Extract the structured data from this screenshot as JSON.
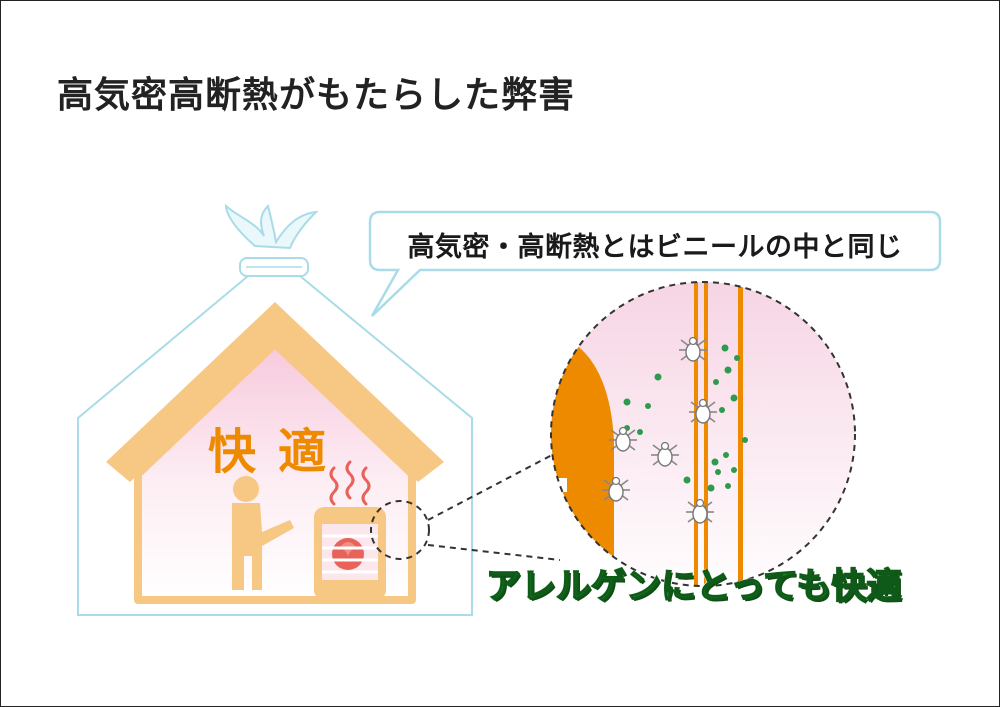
{
  "slide": {
    "title": "高気密高断熱がもたらした弊害"
  },
  "illustration": {
    "speech_bubble_text": "高気密・高断熱とはビニールの中と同じ",
    "room_label": "快適",
    "magnified_caption": "アレルゲンにとっても快適"
  },
  "colors": {
    "bag_outline": "#a9dce8",
    "house_frame": "#f7c884",
    "room_fill": "#fbe3ee",
    "accent_orange": "#ee8a00",
    "heater_flame": "#e8625a",
    "allergen_green": "#2e9a4e",
    "caption_green": "#1e8a2c"
  },
  "icons": [
    "person-icon",
    "heater-icon",
    "heat-wave-icon",
    "dust-mite-icon",
    "magnifier-circle"
  ]
}
